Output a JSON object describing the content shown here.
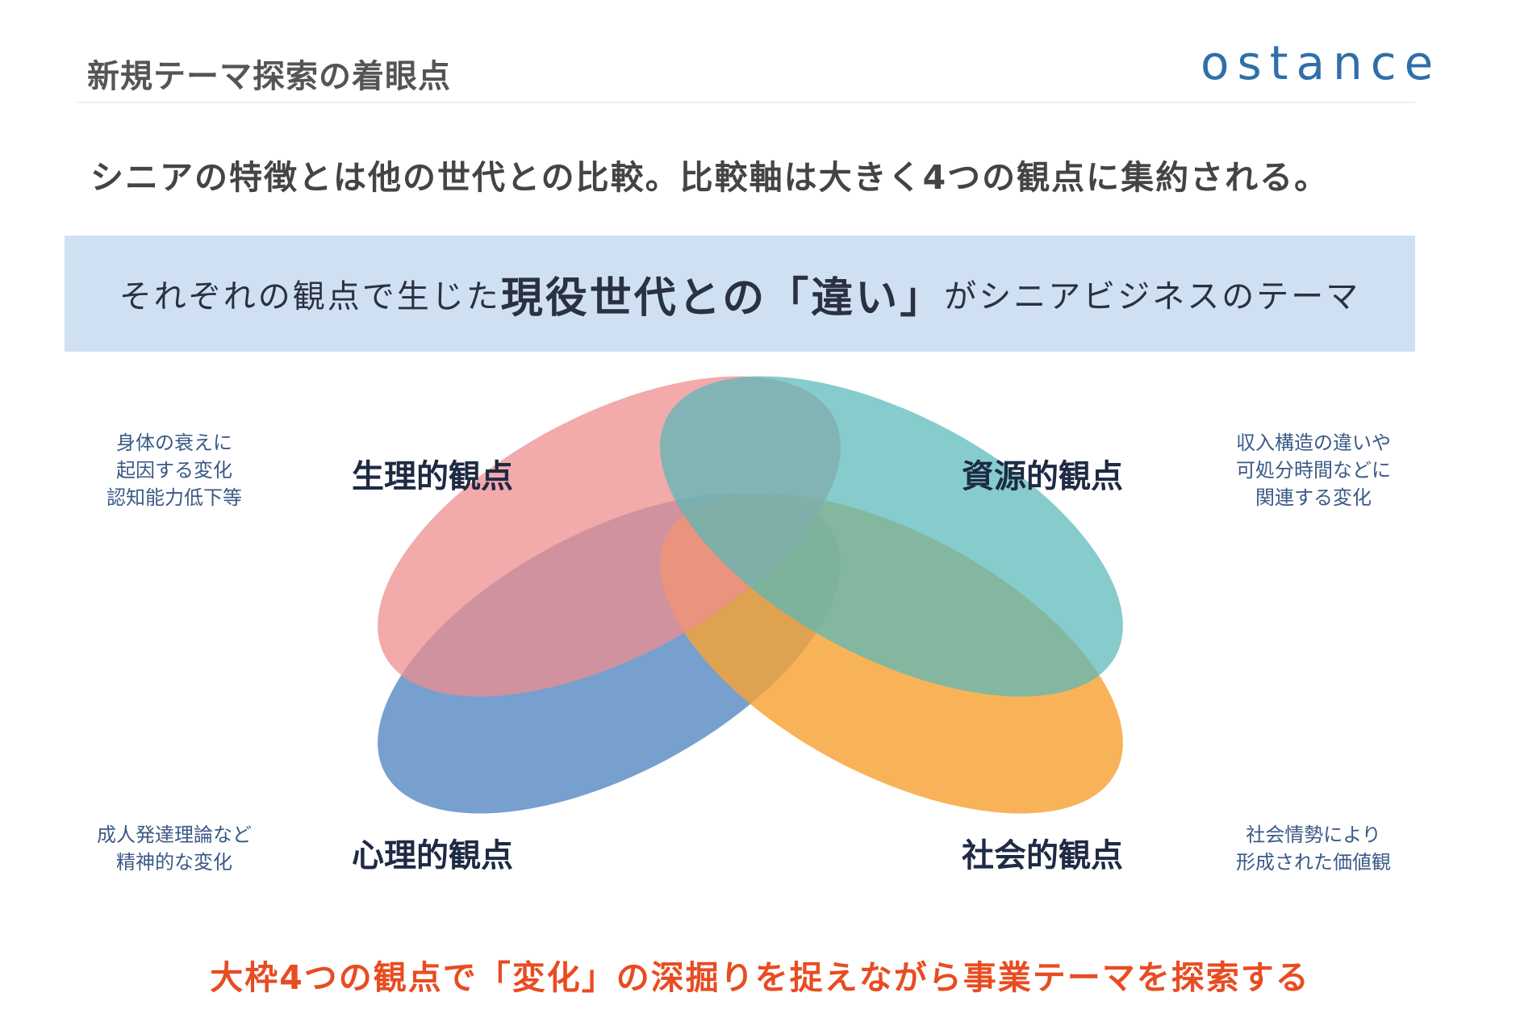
{
  "header": {
    "title": "新規テーマ探索の着眼点",
    "logo": "ostance"
  },
  "subtitle": "シニアの特徴とは他の世代との比較。比較軸は大きく4つの観点に集約される。",
  "banner": {
    "prefix": "それぞれの観点で生じた",
    "emphasis": "現役世代との「違い」",
    "suffix": "がシニアビジネスのテーマ"
  },
  "diagram": {
    "perspectives": [
      {
        "id": "physiological",
        "label": "生理的観点",
        "description_lines": [
          "身体の衰えに",
          "起因する変化",
          "認知能力低下等"
        ],
        "color": "#f2a0a0"
      },
      {
        "id": "resource",
        "label": "資源的観点",
        "description_lines": [
          "収入構造の違いや",
          "可処分時間などに",
          "関連する変化"
        ],
        "color": "#7ec8c8"
      },
      {
        "id": "psychological",
        "label": "心理的観点",
        "description_lines": [
          "成人発達理論など",
          "精神的な変化"
        ],
        "color": "#7aa6d6"
      },
      {
        "id": "social",
        "label": "社会的観点",
        "description_lines": [
          "社会情勢により",
          "形成された価値観"
        ],
        "color": "#ffb75a"
      }
    ]
  },
  "conclusion": "大枠4つの観点で「変化」の深掘りを捉えながら事業テーマを探索する"
}
